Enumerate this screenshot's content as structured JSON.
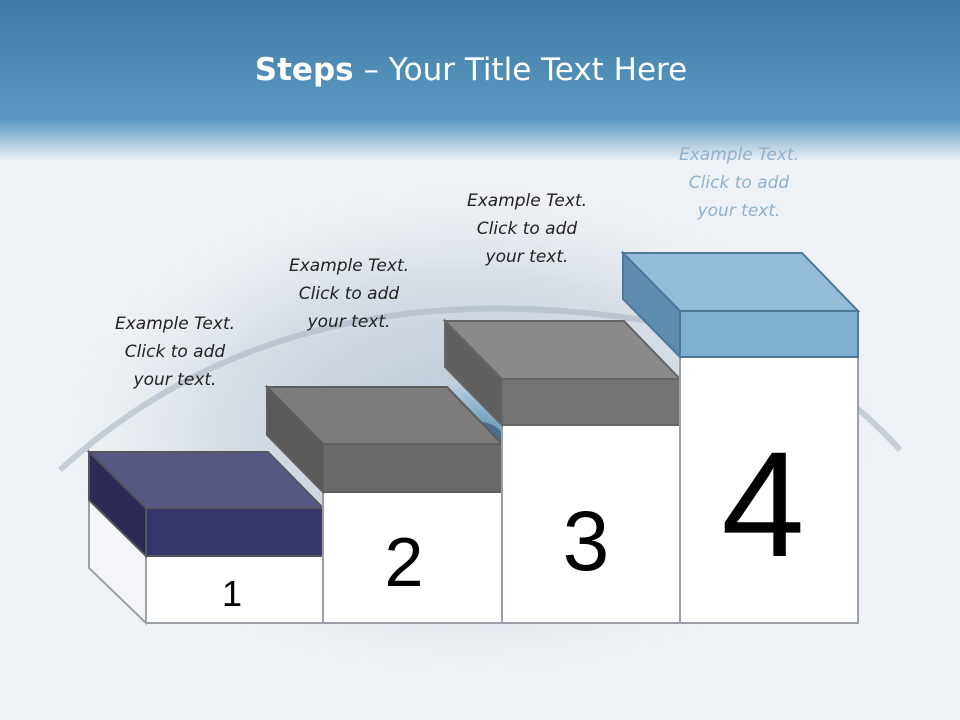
{
  "slide": {
    "title_bold": "Steps",
    "title_rest": " – Your Title Text Here"
  },
  "steps": [
    {
      "number": "1",
      "caption": [
        "Example Text.",
        "Click  to add",
        "your text."
      ]
    },
    {
      "number": "2",
      "caption": [
        "Example Text.",
        "Click  to add",
        "your text."
      ]
    },
    {
      "number": "3",
      "caption": [
        "Example Text.",
        "Click  to add",
        "your text."
      ]
    },
    {
      "number": "4",
      "caption": [
        "Example Text.",
        "Click  to add",
        "your text."
      ]
    }
  ],
  "colors": {
    "header": "#4d8fb8",
    "step1_block": "#3a3a6e",
    "step2_block": "#707070",
    "step3_block": "#7a7a7a",
    "step4_block": "#7fb0d0"
  }
}
